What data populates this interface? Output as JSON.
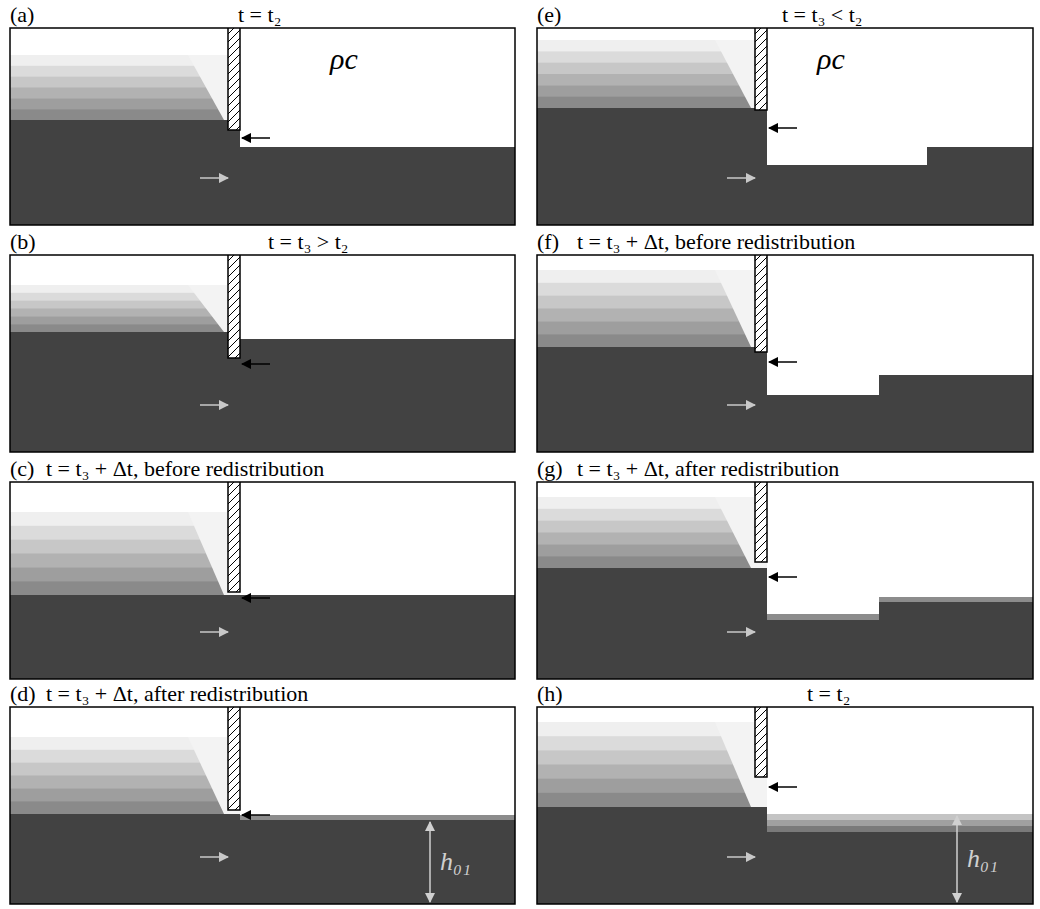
{
  "diagram": {
    "nodes": [
      {
        "text": [
          "(a)",
          "t = t₂",
          "ρc"
        ]
      },
      {
        "text": [
          "(b)",
          "t = t₃ > t₂"
        ]
      },
      {
        "text": [
          "(c)",
          "t = t₃ + Δt, before redistribution"
        ]
      },
      {
        "text": [
          "(d)",
          "t = t₃ + Δt, after redistribution",
          "h₀₁"
        ]
      },
      {
        "text": [
          "(e)",
          "t = t₃ < t₂",
          "ρc"
        ]
      },
      {
        "text": [
          "(f)",
          "t = t₃ + Δt, before redistribution"
        ]
      },
      {
        "text": [
          "(g)",
          "t = t₃ + Δt, after redistribution"
        ]
      },
      {
        "text": [
          "(h)",
          "t = t₂",
          "h₀₁"
        ]
      }
    ]
  }
}
